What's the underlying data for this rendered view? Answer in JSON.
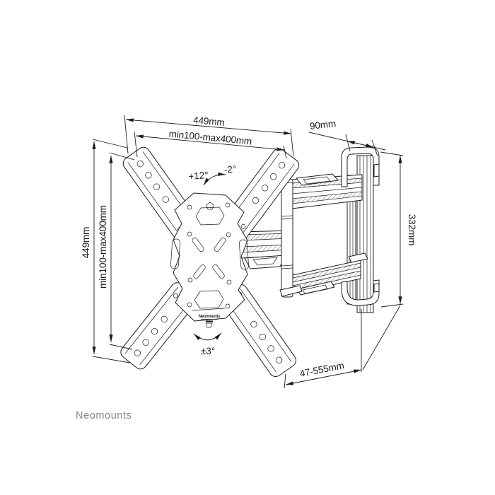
{
  "brand": {
    "signature": "Neomounts",
    "plate_label": "Neomounts"
  },
  "dimensions": {
    "top_width": "449mm",
    "vesa_width": "min100-max400mm",
    "left_height": "449mm",
    "vesa_height": "min100-max400mm",
    "wall_plate_width": "90mm",
    "wall_plate_height": "332mm",
    "wall_distance": "47-555mm"
  },
  "angles": {
    "tilt_up": "+12°",
    "tilt_down": "-2°",
    "post_rotation": "±3°"
  },
  "colors": {
    "line": "#1c1c1e",
    "brand_text": "#85858d",
    "background": "#ffffff"
  }
}
